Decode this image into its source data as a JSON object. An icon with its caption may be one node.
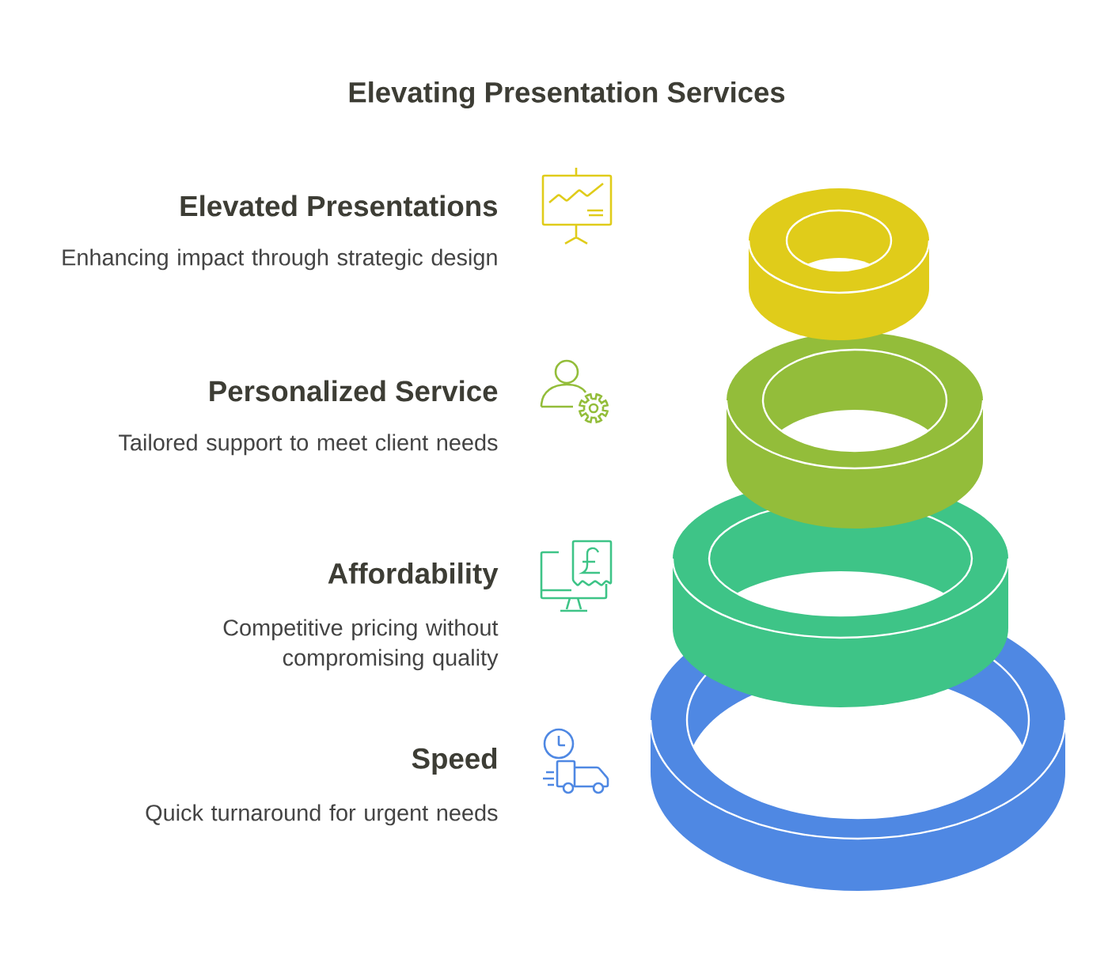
{
  "diagram": {
    "title": "Elevating Presentation Services",
    "labels": [
      "Elevated Presentations",
      "Enhancing impact through strategic design",
      "Personalized Service",
      "Tailored support to meet client needs",
      "Affordability",
      "Competitive pricing without compromising quality",
      "Speed",
      "Quick turnaround for urgent needs"
    ]
  }
}
